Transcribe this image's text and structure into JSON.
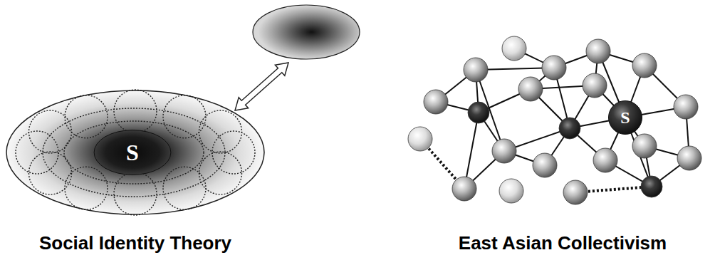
{
  "diagram": {
    "nodes": [
      {
        "text": [
          "S"
        ]
      },
      {
        "text": [
          "S"
        ]
      }
    ],
    "labels": [
      "Social Identity Theory",
      "East Asian Collectivism"
    ]
  }
}
